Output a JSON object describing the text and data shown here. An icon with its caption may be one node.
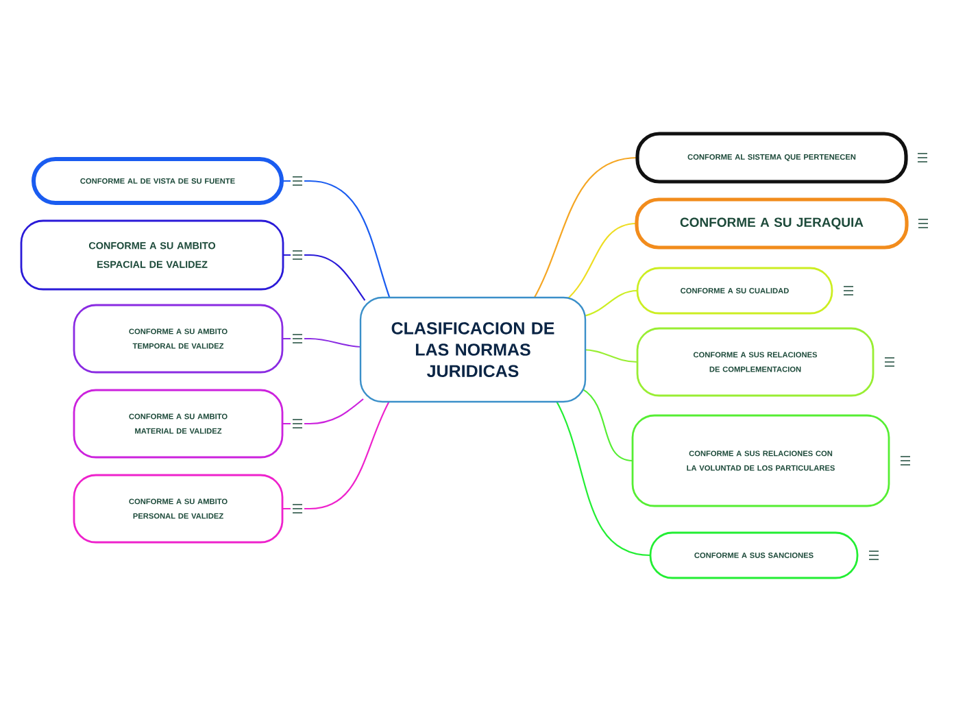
{
  "diagram": {
    "nodes": [
      {
        "text": [
          "CLASIFICACION DE LAS NORMAS JURIDICAS"
        ]
      },
      {
        "text": [
          "CONFORME AL DE VISTA DE SU FUENTE"
        ]
      },
      {
        "text": [
          "CONFORME A SU AMBITO ESPACIAL DE VALIDEZ"
        ]
      },
      {
        "text": [
          "CONFORME A SU AMBITO TEMPORAL DE VALIDEZ"
        ]
      },
      {
        "text": [
          "CONFORME A SU AMBITO MATERIAL DE VALIDEZ"
        ]
      },
      {
        "text": [
          "CONFORME A SU AMBITO PERSONAL DE VALIDEZ"
        ]
      },
      {
        "text": [
          "CONFORME AL SISTEMA QUE PERTENECEN"
        ]
      },
      {
        "text": [
          "CONFORME A SU JERAQUIA"
        ]
      },
      {
        "text": [
          "CONFORME A SU CUALIDAD"
        ]
      },
      {
        "text": [
          "CONFORME A SUS RELACIONES DE COMPLEMENTACION"
        ]
      },
      {
        "text": [
          "CONFORME A SUS RELACIONES CON LA VOLUNTAD DE LOS PARTICULARES"
        ]
      },
      {
        "text": [
          "CONFORME A SUS SANCIONES"
        ]
      }
    ],
    "edges": [
      {
        "from": 0,
        "to": 1,
        "arrow": "none",
        "color": "#1a5cf0"
      },
      {
        "from": 0,
        "to": 2,
        "arrow": "none",
        "color": "#2a1ad8"
      },
      {
        "from": 0,
        "to": 3,
        "arrow": "none",
        "color": "#8a2be2"
      },
      {
        "from": 0,
        "to": 4,
        "arrow": "none",
        "color": "#cc22dd"
      },
      {
        "from": 0,
        "to": 5,
        "arrow": "none",
        "color": "#ee22cc"
      },
      {
        "from": 0,
        "to": 6,
        "arrow": "none",
        "color": "#f5a623"
      },
      {
        "from": 0,
        "to": 7,
        "arrow": "none",
        "color": "#eedd22"
      },
      {
        "from": 0,
        "to": 8,
        "arrow": "none",
        "color": "#ccee22"
      },
      {
        "from": 0,
        "to": 9,
        "arrow": "none",
        "color": "#99ee33"
      },
      {
        "from": 0,
        "to": 10,
        "arrow": "none",
        "color": "#55ee33"
      },
      {
        "from": 0,
        "to": 11,
        "arrow": "none",
        "color": "#22ee33"
      }
    ]
  }
}
